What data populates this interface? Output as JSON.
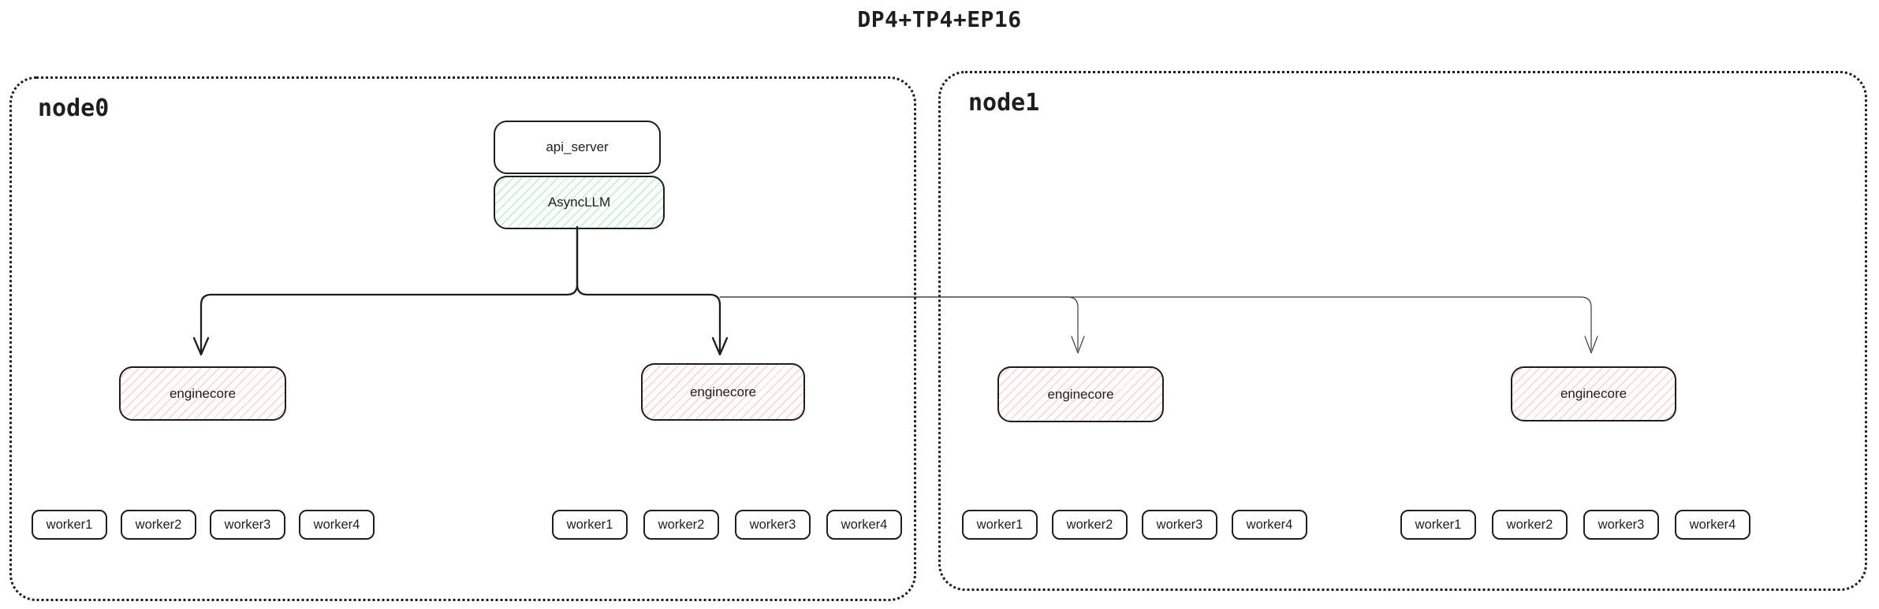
{
  "title": "DP4+TP4+EP16",
  "colors": {
    "stroke": "#1e1e1e",
    "async_llm_hatch": "#b2f2bb",
    "enginecore_hatch": "#ffc9c9",
    "background": "#ffffff"
  },
  "nodes": [
    {
      "label": "node0",
      "api_server": "api_server",
      "async_llm": "AsyncLLM",
      "enginecores": [
        "enginecore",
        "enginecore"
      ],
      "worker_groups": [
        [
          "worker1",
          "worker2",
          "worker3",
          "worker4"
        ],
        [
          "worker1",
          "worker2",
          "worker3",
          "worker4"
        ]
      ]
    },
    {
      "label": "node1",
      "enginecores": [
        "enginecore",
        "enginecore"
      ],
      "worker_groups": [
        [
          "worker1",
          "worker2",
          "worker3",
          "worker4"
        ],
        [
          "worker1",
          "worker2",
          "worker3",
          "worker4"
        ]
      ]
    }
  ]
}
